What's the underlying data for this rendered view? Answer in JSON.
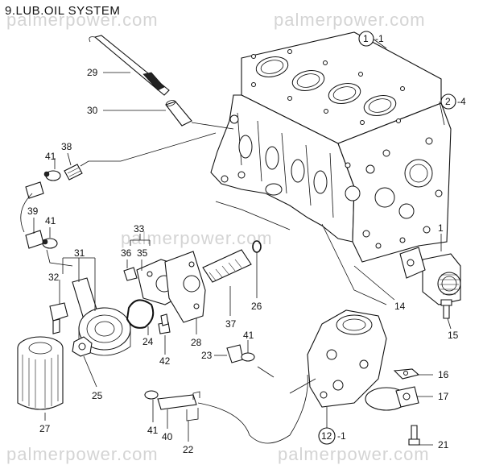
{
  "title": "9.LUB.OIL SYSTEM",
  "watermark": "palmerpower.com",
  "callouts": [
    {
      "id": "c29",
      "label": "29"
    },
    {
      "id": "c30",
      "label": "30"
    },
    {
      "id": "c41a",
      "label": "41"
    },
    {
      "id": "c38",
      "label": "38"
    },
    {
      "id": "c39",
      "label": "39"
    },
    {
      "id": "c41b",
      "label": "41"
    },
    {
      "id": "c31",
      "label": "31"
    },
    {
      "id": "c32",
      "label": "32"
    },
    {
      "id": "c33",
      "label": "33"
    },
    {
      "id": "c36",
      "label": "36"
    },
    {
      "id": "c35",
      "label": "35"
    },
    {
      "id": "c26",
      "label": "26"
    },
    {
      "id": "c37",
      "label": "37"
    },
    {
      "id": "c28",
      "label": "28"
    },
    {
      "id": "c24",
      "label": "24"
    },
    {
      "id": "c42",
      "label": "42"
    },
    {
      "id": "c25",
      "label": "25"
    },
    {
      "id": "c27",
      "label": "27"
    },
    {
      "id": "c41c",
      "label": "41"
    },
    {
      "id": "c40",
      "label": "40"
    },
    {
      "id": "c22",
      "label": "22"
    },
    {
      "id": "c23",
      "label": "23"
    },
    {
      "id": "c41d",
      "label": "41"
    },
    {
      "id": "c1",
      "label": "1"
    },
    {
      "id": "c14",
      "label": "14"
    },
    {
      "id": "c15",
      "label": "15"
    },
    {
      "id": "c16",
      "label": "16"
    },
    {
      "id": "c17",
      "label": "17"
    },
    {
      "id": "c21",
      "label": "21"
    }
  ],
  "refs": [
    {
      "id": "r1",
      "num": "1",
      "suffix": "-1"
    },
    {
      "id": "r2",
      "num": "2",
      "suffix": "-4"
    },
    {
      "id": "r12",
      "num": "12",
      "suffix": "-1"
    }
  ]
}
